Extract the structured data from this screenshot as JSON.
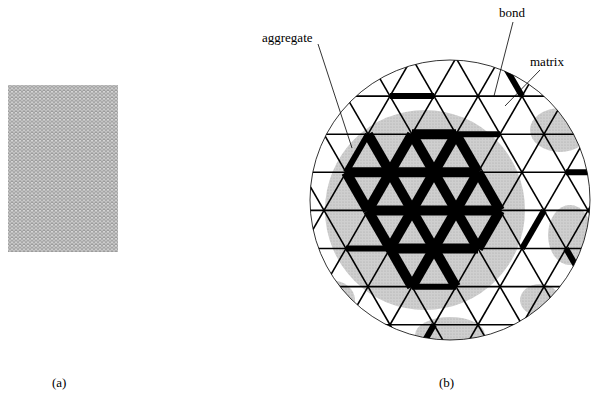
{
  "diagram": {
    "labels": [
      "aggregate",
      "bond",
      "matrix",
      "(a)",
      "(b)"
    ]
  }
}
